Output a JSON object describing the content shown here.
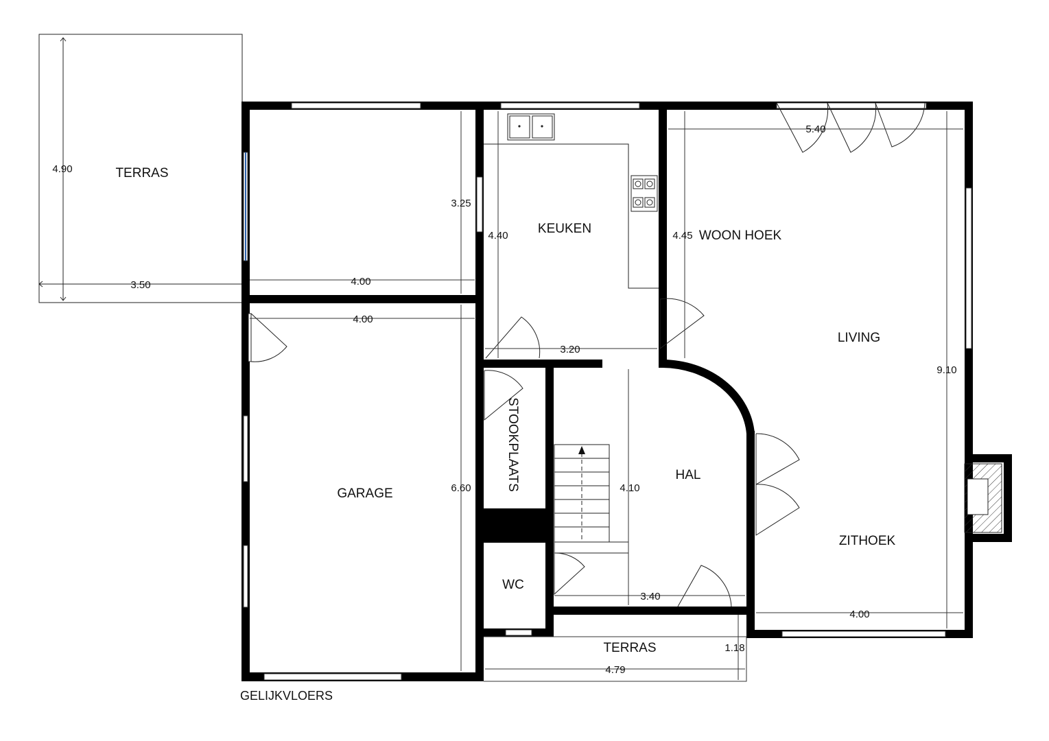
{
  "plan": {
    "floor_label": "GELIJKVLOERS",
    "rooms": {
      "terras_top": "TERRAS",
      "keuken": "KEUKEN",
      "woon_hoek": "WOON HOEK",
      "living": "LIVING",
      "garage": "GARAGE",
      "stookplaats": "STOOKPLAATS",
      "hal": "HAL",
      "zithoek": "ZITHOEK",
      "wc": "WC",
      "terras_bottom": "TERRAS"
    },
    "dimensions": {
      "terras_height": "4.90",
      "terras_width": "3.50",
      "room_top_height": "3.25",
      "room_top_width": "4.00",
      "garage_width": "4.00",
      "garage_height": "6.60",
      "keuken_height": "4.40",
      "keuken_width": "3.20",
      "woon_height": "4.45",
      "living_width_top": "5.40",
      "living_height": "9.10",
      "hal_height": "4.10",
      "hal_width": "3.40",
      "zithoek_width": "4.00",
      "terras_bottom_height": "1.18",
      "terras_bottom_width": "4.79"
    }
  }
}
